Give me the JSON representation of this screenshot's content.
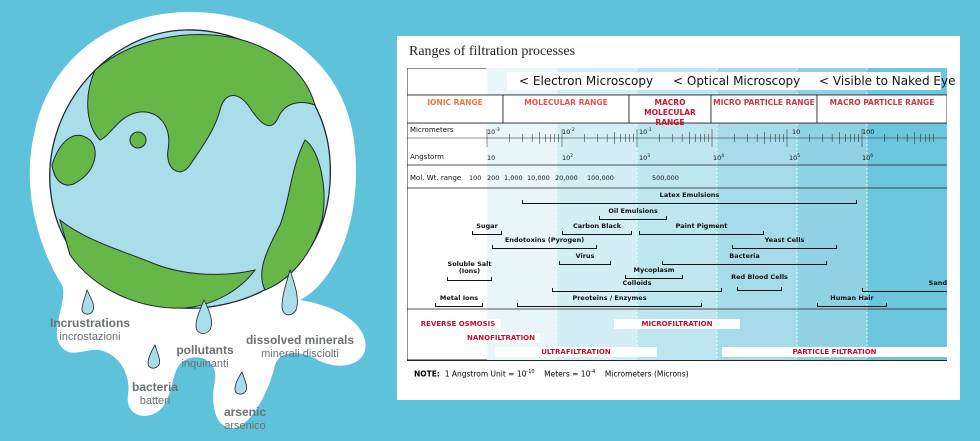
{
  "illustration": {
    "drops": [
      {
        "title": "Incrustrations",
        "subtitle": "incrostazioni"
      },
      {
        "title": "pollutants",
        "subtitle": "inquinanti"
      },
      {
        "title": "dissolved minerals",
        "subtitle": "minerali disciolti"
      },
      {
        "title": "bacteria",
        "subtitle": "batteri"
      },
      {
        "title": "arsenic",
        "subtitle": "arsenico"
      }
    ]
  },
  "chart": {
    "title": "Ranges of filtration processes",
    "visibility": [
      "< Electron Microscopy",
      "< Optical Microscopy",
      "< Visible to Naked Eye"
    ],
    "ranges": [
      {
        "label": "IONIC RANGE",
        "color": "#e07b3c"
      },
      {
        "label": "MOLECULAR RANGE",
        "color": "#e0564a"
      },
      {
        "label": "MACRO MOLECULAR RANGE",
        "color": "#c8102e"
      },
      {
        "label": "MICRO PARTICLE RANGE",
        "color": "#c23a4c"
      },
      {
        "label": "MACRO PARTICLE RANGE",
        "color": "#c23a4c"
      }
    ],
    "micrometers_label": "Micrometers",
    "micrometers_ticks": [
      "10",
      "10",
      "10",
      "10",
      "100"
    ],
    "micrometers_exp": [
      "-3",
      "-2",
      "-1",
      "",
      ""
    ],
    "angstrom_label": "Angstorm",
    "angstrom_ticks": [
      "10",
      "10",
      "10",
      "10",
      "10",
      "10"
    ],
    "angstrom_exp": [
      "",
      "2",
      "3",
      "4",
      "5",
      "6"
    ],
    "molwt_label": "Mol. Wt. range",
    "molwt_values": [
      "100",
      "200",
      "1,000",
      "10,000",
      "20,000",
      "100,000",
      "500,000"
    ],
    "items": [
      {
        "label": "Latex Emulsions"
      },
      {
        "label": "Oil Emulsions"
      },
      {
        "label": "Sugar"
      },
      {
        "label": "Carbon Black"
      },
      {
        "label": "Paint Pigment"
      },
      {
        "label": "Endotoxins (Pyrogen)"
      },
      {
        "label": "Yeast Cells"
      },
      {
        "label": "Virus"
      },
      {
        "label": "Bacteria"
      },
      {
        "label": "Soluble Salt (Ions)"
      },
      {
        "label": "Mycoplasm"
      },
      {
        "label": "Red Blood Cells"
      },
      {
        "label": "Colloids"
      },
      {
        "label": "Sand"
      },
      {
        "label": "Metal Ions"
      },
      {
        "label": "Preoteins / Enzymes"
      },
      {
        "label": "Human Hair"
      }
    ],
    "processes": [
      "REVERSE OSMOSIS",
      "MICROFILTRATION",
      "NANOFILTRATION",
      "ULTRAFILTRATION",
      "PARTICLE FILTRATION"
    ],
    "note_label": "NOTE:",
    "note_text": "1 Angstrom  Unit = 10",
    "note_exp1": "-10",
    "note_meters": "Meters = 10",
    "note_exp2": "-4",
    "note_micro": "Micrometers  (Microns)"
  }
}
